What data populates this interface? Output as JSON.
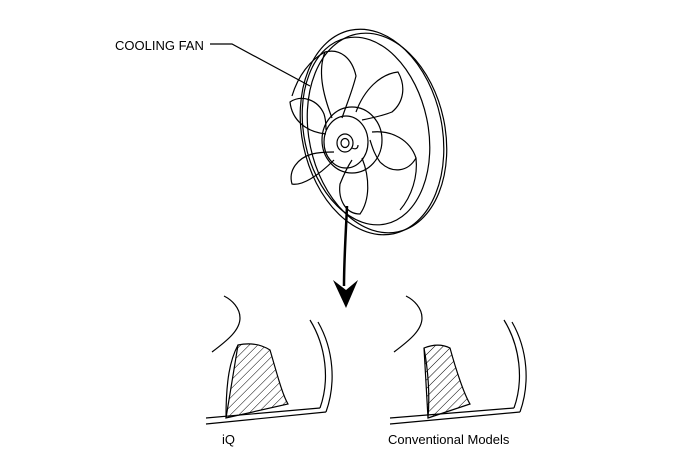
{
  "labels": {
    "cooling_fan": "COOLING FAN",
    "iq": "iQ",
    "conventional": "Conventional Models"
  },
  "colors": {
    "line": "#000000",
    "background": "#ffffff"
  }
}
